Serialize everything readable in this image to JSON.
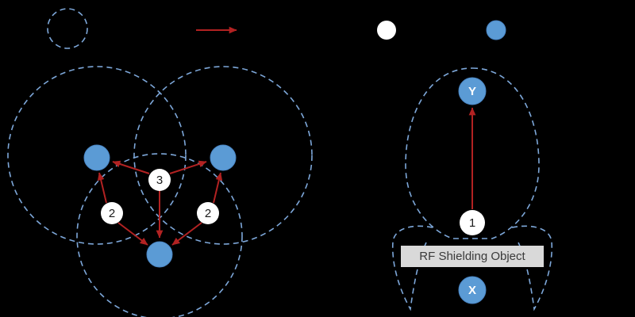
{
  "figure": {
    "type": "wireless-network-rf-shielding-diagram",
    "background": "#000000"
  },
  "colors": {
    "range_outline": "#7da7d9",
    "node_fill": "#5b9bd5",
    "arrow": "#b22222",
    "badge_fill": "#ffffff",
    "badge_text": "#1a1a1a",
    "node_label": "#ffffff",
    "shield_bg": "#d9d9d9",
    "shield_text": "#3a3a3a"
  },
  "legend": {
    "items": [
      {
        "symbol": "dashed-range-circle"
      },
      {
        "symbol": "red-arrow"
      },
      {
        "symbol": "white-node-circle"
      },
      {
        "symbol": "blue-node-circle"
      }
    ]
  },
  "left_diagram": {
    "badges": [
      {
        "label": "2"
      },
      {
        "label": "3"
      },
      {
        "label": "2"
      }
    ]
  },
  "right_diagram": {
    "top_node_label": "Y",
    "bottom_node_label": "X",
    "badge_label": "1",
    "shield_label": "RF Shielding Object"
  }
}
